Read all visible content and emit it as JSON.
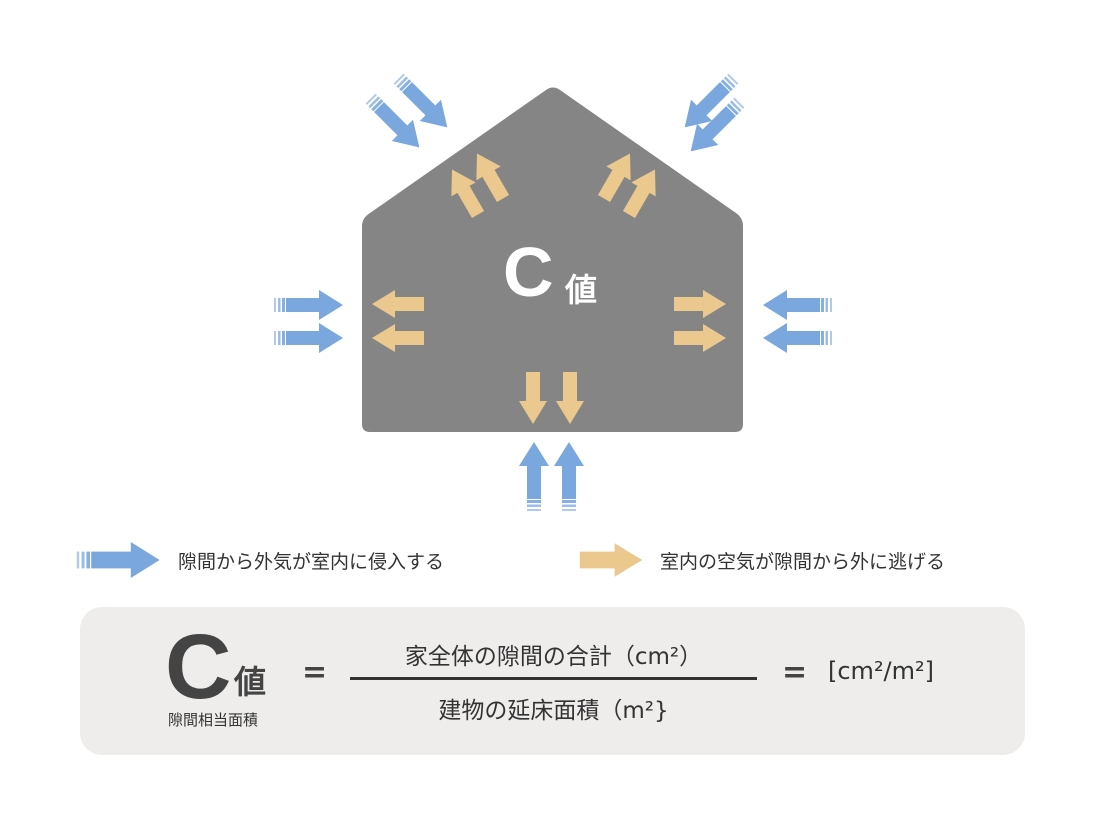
{
  "house": {
    "label_c": "C",
    "label_value": "値"
  },
  "legend": [
    {
      "text": "隙間から外気が室内に侵入する",
      "color": "#7aa7de"
    },
    {
      "text": "室内の空気が隙間から外に逃げる",
      "color": "#ebc98e"
    }
  ],
  "formula": {
    "c": "C",
    "value": "値",
    "subtitle": "隙間相当面積",
    "equals": "=",
    "numerator": "家全体の隙間の合計（cm²）",
    "denominator": "建物の延床面積（m²}",
    "unit": "[cm²/m²]"
  },
  "colors": {
    "house": "#858585",
    "inflow": "#7aa7de",
    "outflow": "#ebc98e",
    "box": "#eeedeb"
  }
}
